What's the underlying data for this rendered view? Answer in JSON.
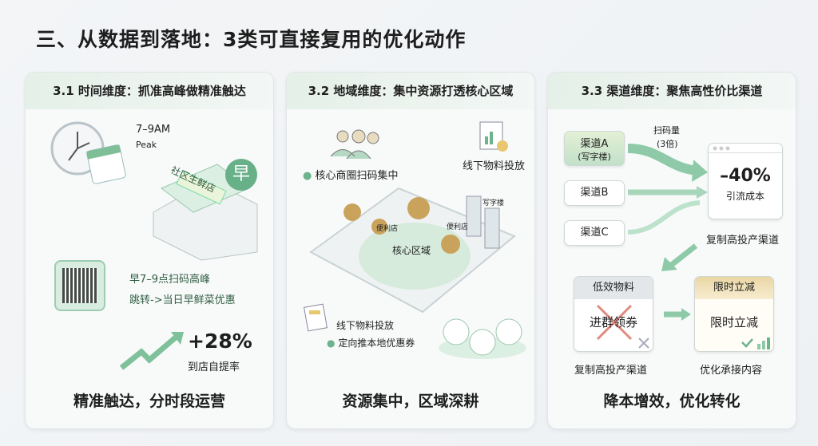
{
  "title": "三、从数据到落地：3类可直接复用的优化动作",
  "colors": {
    "accent": "#6bb48c",
    "gold": "#c9a35c"
  },
  "panels": [
    {
      "heading": "3.1 时间维度：抓准高峰做精准触达",
      "peak_time": "7–9AM",
      "peak_label": "Peak",
      "store_sign": "社区生鲜店",
      "store_badge": "早",
      "bullets": [
        "早7–9点扫码高峰",
        "跳转->当日早鲜菜优惠"
      ],
      "metric": "+28%",
      "metric_label": "到店自提率",
      "footer": "精准触达，分时段运营"
    },
    {
      "heading": "3.2 地域维度：集中资源打透核心区域",
      "bullet_top": "核心商圈扫码集中",
      "material_top": "线下物料投放",
      "office": "写字楼",
      "store1": "便利店",
      "store2": "便利店",
      "core": "核心区域",
      "material_bottom": "线下物料投放",
      "bullet_bottom": "定向推本地优惠券",
      "footer": "资源集中，区域深耕"
    },
    {
      "heading": "3.3 渠道维度：聚焦高性价比渠道",
      "channel_a": "渠道A",
      "channel_a_sub": "(写字楼)",
      "channel_b": "渠道B",
      "channel_c": "渠道C",
      "scan_label": "扫码量",
      "scan_mult": "(3倍)",
      "metric": "–40%",
      "metric_label": "引流成本",
      "replicate": "复制高投产渠道",
      "low_head": "低效物料",
      "low_body": "进群领券",
      "low_caption": "复制高投产渠道",
      "new_head": "限时立减",
      "new_body": "限时立减",
      "new_caption": "优化承接内容",
      "footer": "降本增效，优化转化"
    }
  ]
}
